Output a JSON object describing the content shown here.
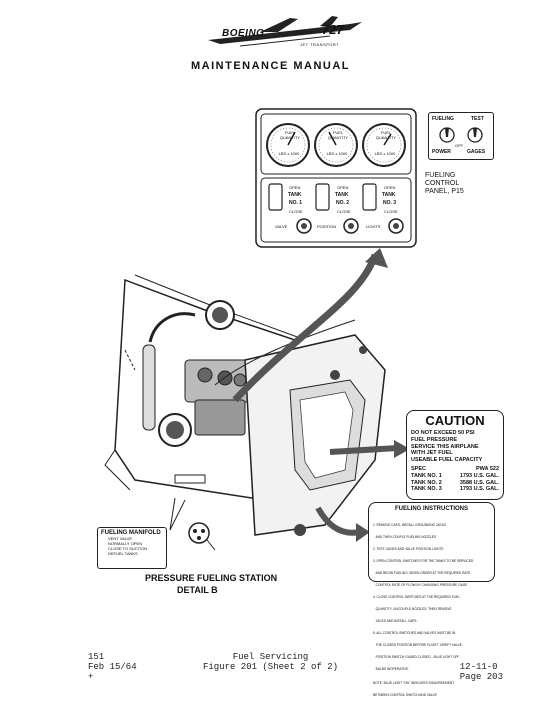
{
  "header": {
    "logo_word": "BOEING",
    "logo_model": "727",
    "logo_sub": "JET  TRANSPORT",
    "manual_title": "MAINTENANCE MANUAL"
  },
  "test_panel": {
    "left_top": "FUELING",
    "right_top": "TEST",
    "off_label": "OFF",
    "left_bottom": "POWER",
    "right_bottom": "GAGES"
  },
  "control_panel": {
    "gauges": [
      {
        "label": "FUEL QUANTITY",
        "unit": "LBS x 1000"
      },
      {
        "label": "FUEL QUANTITY",
        "unit": "LBS x 1000"
      },
      {
        "label": "FUEL QUANTITY",
        "unit": "LBS x 1000"
      }
    ],
    "tanks": [
      {
        "open": "OPEN",
        "tank": "TANK",
        "number": "NO. 1",
        "close": "CLOSE"
      },
      {
        "open": "OPEN",
        "tank": "TANK",
        "number": "NO. 2",
        "close": "CLOSE"
      },
      {
        "open": "OPEN",
        "tank": "TANK",
        "number": "NO. 3",
        "close": "CLOSE"
      }
    ],
    "bottom_labels": [
      "VALVE",
      "POSITION",
      "LIGHTS"
    ],
    "caption_line1": "FUELING",
    "caption_line2": "CONTROL",
    "caption_line3": "PANEL, P15"
  },
  "caution": {
    "title": "CAUTION",
    "lines": [
      "DO NOT EXCEED 50 PSI",
      "FUEL PRESSURE",
      "SERVICE THIS AIRPLANE",
      "WITH JET FUEL",
      "USEABLE FUEL CAPACITY"
    ],
    "spec_header": [
      "SPEC",
      "PWA 522"
    ],
    "rows": [
      [
        "TANK NO. 1",
        "1793 U.S. GAL."
      ],
      [
        "TANK NO. 2",
        "3588 U.S. GAL."
      ],
      [
        "TANK NO. 3",
        "1793 U.S. GAL."
      ]
    ]
  },
  "fueling_instructions": {
    "title": "FUELING INSTRUCTIONS",
    "steps": [
      "1. REMOVE CAPS, INSTALL GROUNDING JACKS",
      "   AND THEN COUPLE FUELING NOZZLES",
      "2. TEST GAGES AND VALVE POSITION LIGHTS",
      "3. OPEN CONTROL SWITCHES FOR THE TANKS TO BE SERVICED",
      "   AND BEGIN FUELING. BEGIN ORDER AT THE REQUIRED RATE.",
      "   CONTROL RATE OF FLOW BY CHANGING PRESSURE GAGE",
      "4. CLOSE CONTROL SWITCHES AT THE REQUIRED FUEL",
      "   QUANTITY. UNCOUPLE NOZZLES, THEN REMOVE",
      "   JACKS AND INSTALL CAPS.",
      "5. ALL CONTROL SWITCHES AND VALVES MUST BE IN",
      "   THE CLOSED POSITION BEFORE FLIGHT. VERIFY VALVE",
      "   POSITION SWITCH GUARD CLOSED - BLUE LIGHT OFF",
      "   BULBS INOPERATIVE."
    ],
    "note": "NOTE: BLUE LIGHT \"ON\" INDICATES DISAGREEMENT",
    "note2": "BETWEEN CONTROL SWITCH AND VALVE"
  },
  "manifold_label": {
    "title": "FUELING MANIFOLD",
    "lines": [
      "VENT VALVE",
      "NORMALLY OPEN",
      "CLOSE TO SUCTION",
      "DEFUEL TANKS"
    ]
  },
  "detail": {
    "line1": "PRESSURE FUELING STATION",
    "line2": "DETAIL B"
  },
  "footer": {
    "left_line1": "151",
    "left_line2": "Feb 15/64",
    "left_line3": "+",
    "center_line1": "Fuel Servicing",
    "center_line2": "Figure 201 (Sheet 2 of 2)",
    "right_line1": "12-11-0",
    "right_line2": "Page 203"
  }
}
